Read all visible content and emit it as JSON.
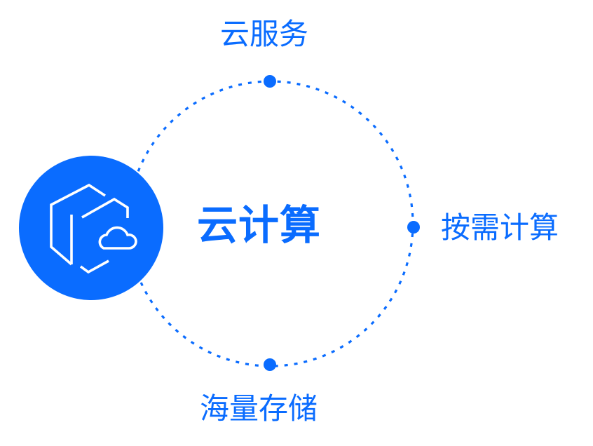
{
  "diagram": {
    "center_title": "云计算",
    "nodes": [
      {
        "id": "top",
        "label": "云服务"
      },
      {
        "id": "right",
        "label": "按需计算"
      },
      {
        "id": "bottom",
        "label": "海量存储"
      }
    ],
    "hub_icon": "cloud-hexagon-icon",
    "colors": {
      "accent": "#0a6cff",
      "icon_stroke": "#ffffff",
      "background": "#ffffff"
    }
  }
}
